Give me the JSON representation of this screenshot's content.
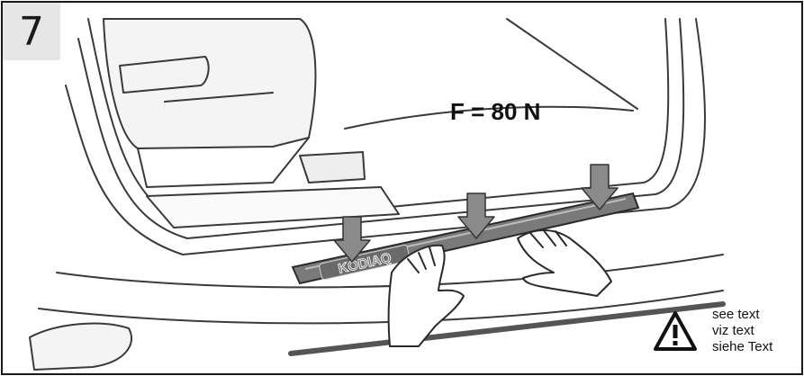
{
  "step_number": "7",
  "force_label": "F = 80 N",
  "sill_badge_text": "KODIAQ",
  "warning": {
    "icon": "warning-triangle-icon",
    "lines": [
      "see text",
      "viz text",
      "siehe Text"
    ]
  },
  "colors": {
    "frame": "#1a1a1a",
    "step_badge_bg": "#e6e6e6",
    "arrow_fill": "#8a8a8a",
    "line_art": "#3a3a3a"
  }
}
